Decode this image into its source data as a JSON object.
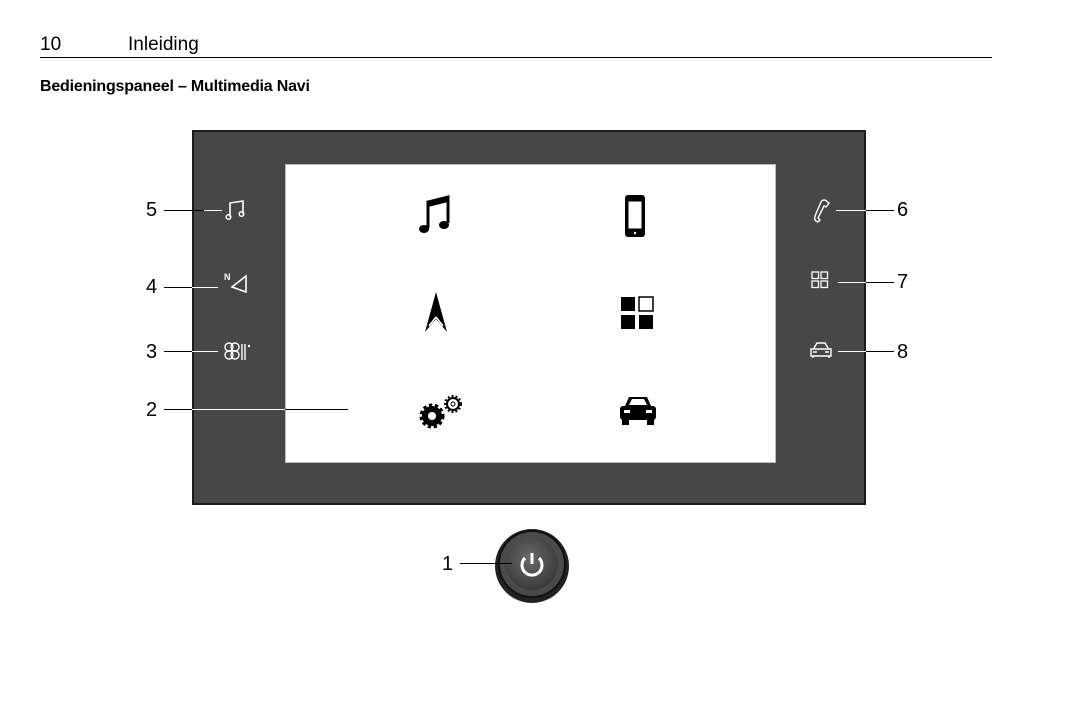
{
  "header": {
    "page_number": "10",
    "chapter": "Inleiding"
  },
  "section_title": "Bedieningspaneel – Multimedia Navi",
  "callouts": [
    "1",
    "2",
    "3",
    "4",
    "5",
    "6",
    "7",
    "8"
  ],
  "icons": {
    "left_buttons": [
      "music-note-icon",
      "navigation-icon",
      "climate-fan-icon"
    ],
    "right_buttons": [
      "phone-icon",
      "apps-grid-icon",
      "car-icon"
    ],
    "screen": [
      "music-icon",
      "smartphone-icon",
      "navigation-arrow-icon",
      "apps-icon",
      "settings-gears-icon",
      "vehicle-icon"
    ],
    "power": "power-icon"
  },
  "colors": {
    "panel": "#474747",
    "screen": "#ffffff"
  }
}
